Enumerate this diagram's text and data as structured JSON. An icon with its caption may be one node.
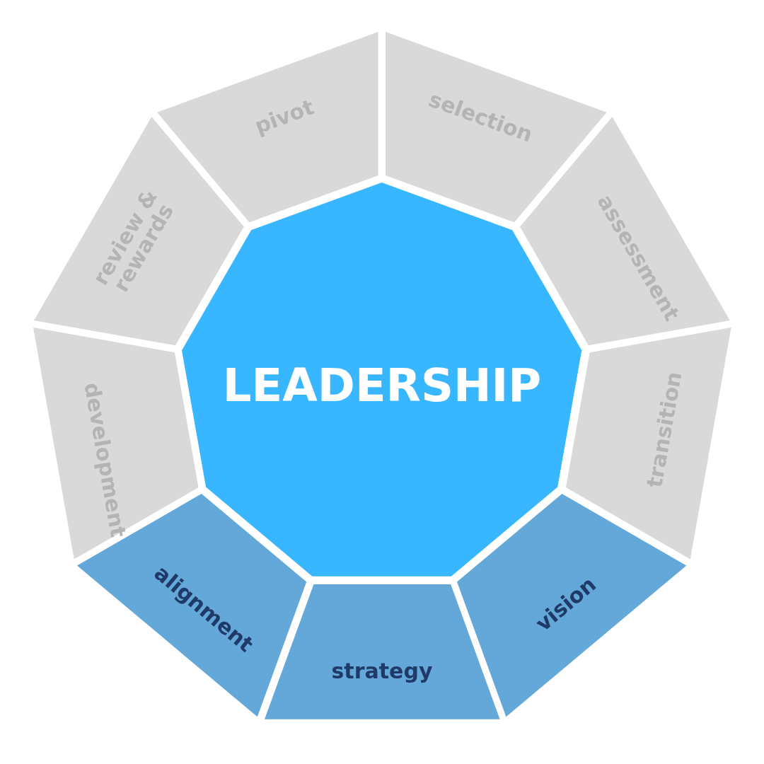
{
  "diagram": {
    "nodes": [
      {
        "text": [
          "LEADERSHIP"
        ]
      },
      {
        "text": [
          "pivot"
        ]
      },
      {
        "text": [
          "selection"
        ]
      },
      {
        "text": [
          "assessment"
        ]
      },
      {
        "text": [
          "transition"
        ]
      },
      {
        "text": [
          "vision"
        ]
      },
      {
        "text": [
          "strategy"
        ]
      },
      {
        "text": [
          "alignment"
        ]
      },
      {
        "text": [
          "development"
        ]
      },
      {
        "text": [
          "review & rewards"
        ]
      }
    ]
  }
}
